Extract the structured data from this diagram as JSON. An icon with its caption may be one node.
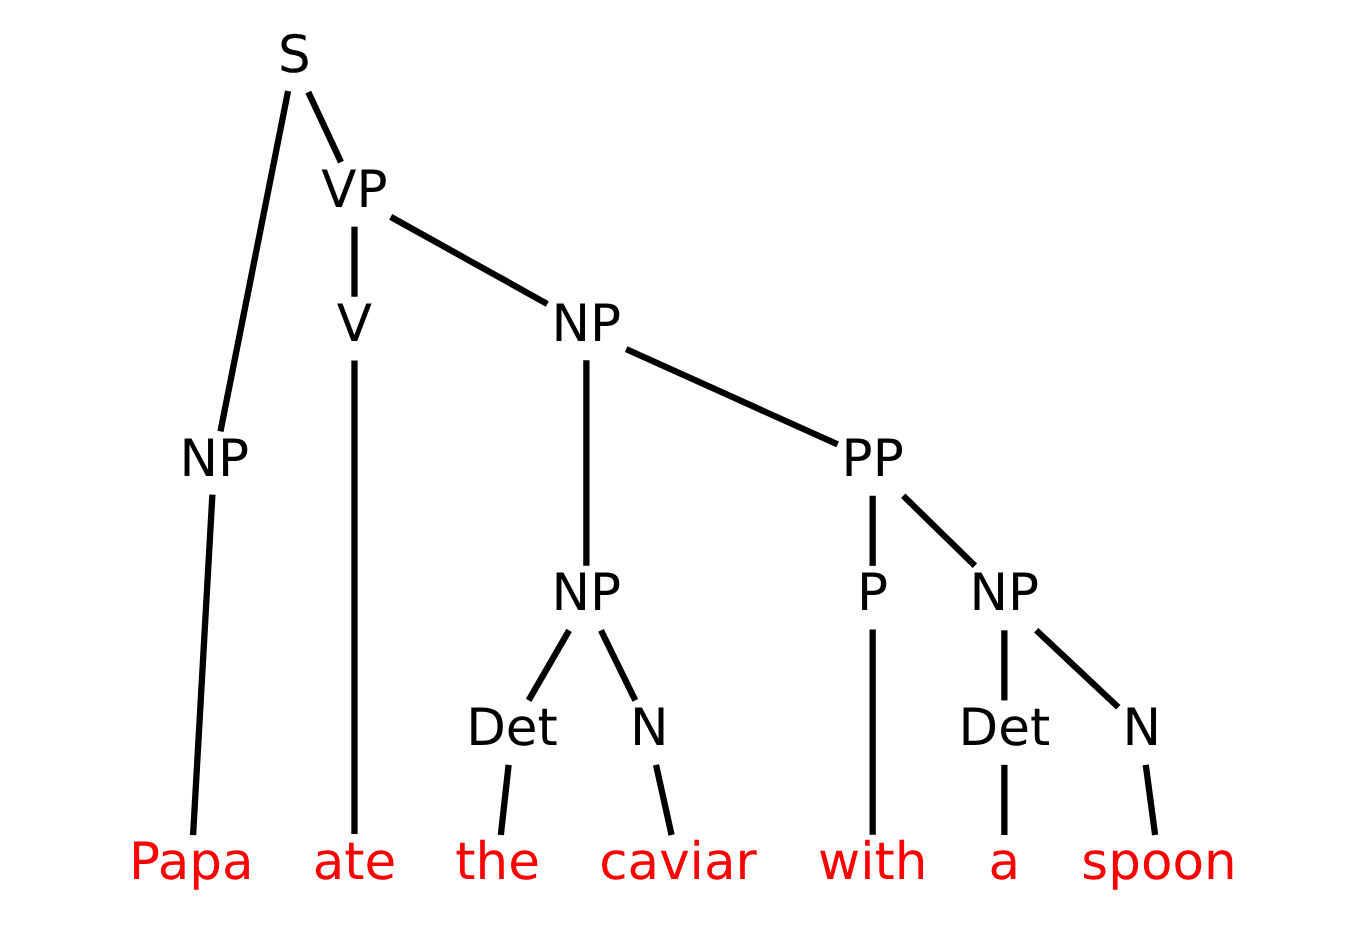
{
  "diagram": {
    "nodes": [
      {
        "text": [
          "S"
        ]
      },
      {
        "text": [
          "VP"
        ]
      },
      {
        "text": [
          "NP"
        ]
      },
      {
        "text": [
          "V"
        ]
      },
      {
        "text": [
          "NP"
        ]
      },
      {
        "text": [
          "NP"
        ]
      },
      {
        "text": [
          "PP"
        ]
      },
      {
        "text": [
          "Det"
        ]
      },
      {
        "text": [
          "N"
        ]
      },
      {
        "text": [
          "P"
        ]
      },
      {
        "text": [
          "NP"
        ]
      },
      {
        "text": [
          "Det"
        ]
      },
      {
        "text": [
          "N"
        ]
      },
      {
        "text": [
          "Papa"
        ]
      },
      {
        "text": [
          "ate"
        ]
      },
      {
        "text": [
          "the"
        ]
      },
      {
        "text": [
          "caviar"
        ]
      },
      {
        "text": [
          "with"
        ]
      },
      {
        "text": [
          "a"
        ]
      },
      {
        "text": [
          "spoon"
        ]
      }
    ],
    "edges": [
      {
        "from": 0,
        "to": 2,
        "arrow": "none"
      },
      {
        "from": 0,
        "to": 1,
        "arrow": "none"
      },
      {
        "from": 1,
        "to": 3,
        "arrow": "none"
      },
      {
        "from": 1,
        "to": 4,
        "arrow": "none"
      },
      {
        "from": 4,
        "to": 5,
        "arrow": "none"
      },
      {
        "from": 4,
        "to": 6,
        "arrow": "none"
      },
      {
        "from": 5,
        "to": 7,
        "arrow": "none"
      },
      {
        "from": 5,
        "to": 8,
        "arrow": "none"
      },
      {
        "from": 6,
        "to": 9,
        "arrow": "none"
      },
      {
        "from": 6,
        "to": 10,
        "arrow": "none"
      },
      {
        "from": 10,
        "to": 11,
        "arrow": "none"
      },
      {
        "from": 10,
        "to": 12,
        "arrow": "none"
      },
      {
        "from": 2,
        "to": 13,
        "arrow": "none"
      },
      {
        "from": 3,
        "to": 14,
        "arrow": "none"
      },
      {
        "from": 7,
        "to": 15,
        "arrow": "none"
      },
      {
        "from": 8,
        "to": 16,
        "arrow": "none"
      },
      {
        "from": 9,
        "to": 17,
        "arrow": "none"
      },
      {
        "from": 11,
        "to": 18,
        "arrow": "none"
      },
      {
        "from": 12,
        "to": 19,
        "arrow": "none"
      }
    ]
  }
}
